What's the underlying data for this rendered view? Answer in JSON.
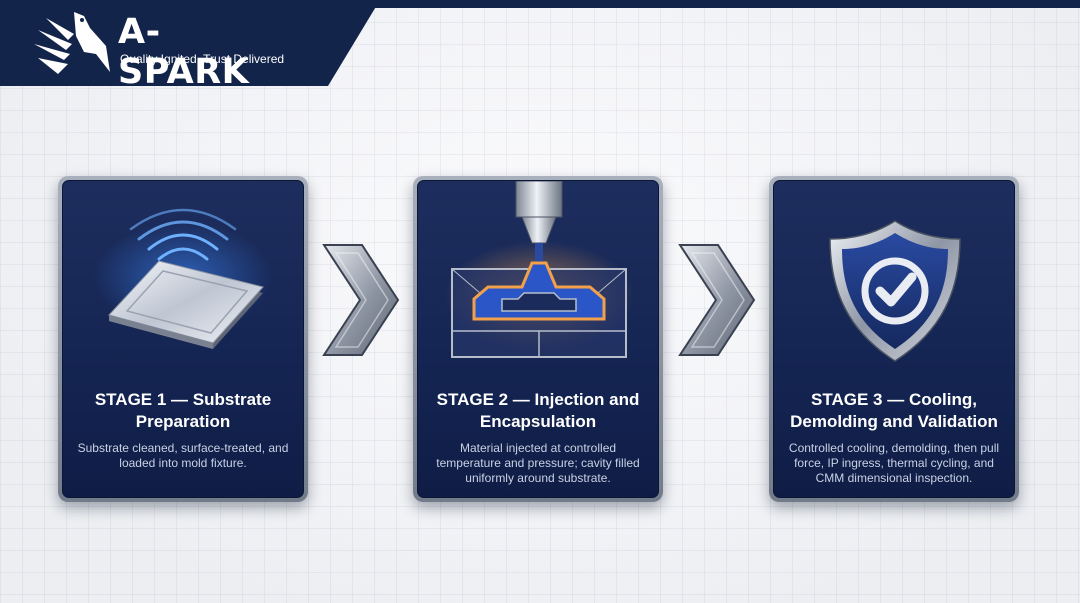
{
  "brand": {
    "name": "A-SPARK",
    "tagline": "Quality Ignited. Trust Delivered"
  },
  "stages": [
    {
      "title": "STAGE 1 — Substrate Preparation",
      "description": "Substrate cleaned, surface-treated, and loaded into mold fixture.",
      "icon": "wireless-substrate-icon"
    },
    {
      "title": "STAGE 2 — Injection and Encapsulation",
      "description": "Material injected at controlled temperature and pressure; cavity filled uniformly around substrate.",
      "icon": "injection-mold-icon"
    },
    {
      "title": "STAGE 3 — Cooling, Demolding and Validation",
      "description": "Controlled cooling, demolding, then pull force, IP ingress, thermal cycling, and CMM dimensional inspection.",
      "icon": "shield-check-icon"
    }
  ],
  "connectors": [
    "chevron-right-icon",
    "chevron-right-icon"
  ],
  "colors": {
    "navy": "#13244a",
    "card_bg": "#152553",
    "card_border": "#9aa2b1",
    "accent_blue": "#3f8cff",
    "glow_orange": "#f2a04a"
  }
}
